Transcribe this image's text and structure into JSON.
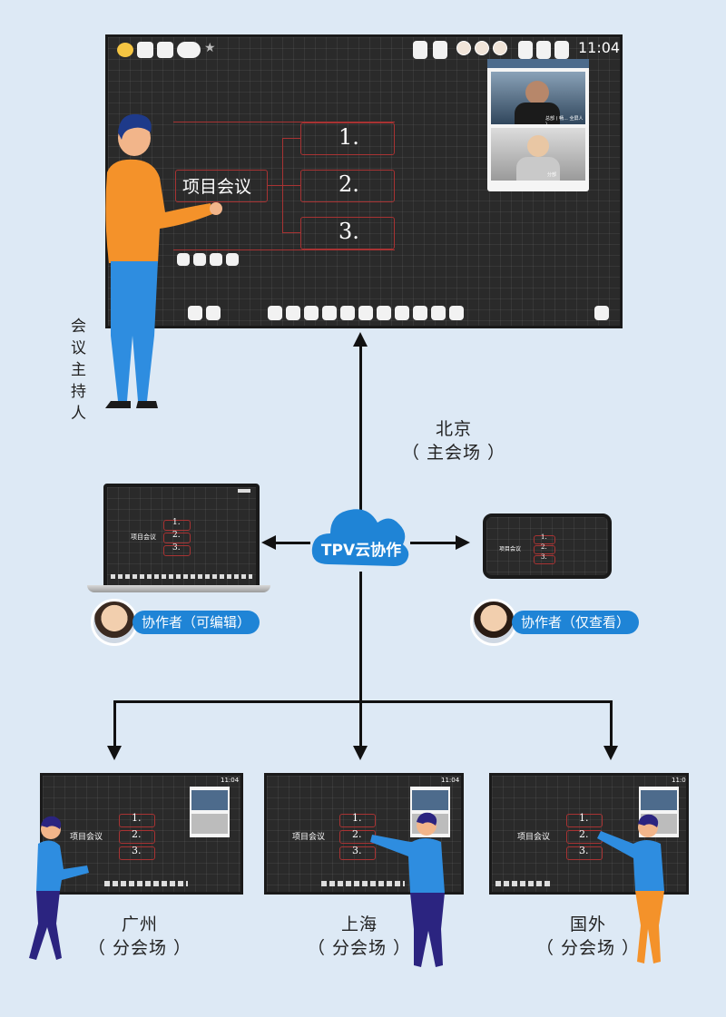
{
  "main_board": {
    "clock": "11:04",
    "mindmap_center": "项目会议",
    "items": [
      "1.",
      "2.",
      "3."
    ],
    "video_caption": "总部 ( 畅... 全屏人 )",
    "video_caption2": "分部"
  },
  "host": {
    "label": "会\n议\n主\n持\n人"
  },
  "beijing": {
    "name": "北京",
    "role": "（ 主会场 ）"
  },
  "cloud": {
    "label": "TPV云协作"
  },
  "laptop": {
    "center": "项目会议",
    "items": [
      "1.",
      "2.",
      "3."
    ]
  },
  "phone": {
    "center": "项目会议",
    "items": [
      "1.",
      "2.",
      "3."
    ]
  },
  "collab_edit": {
    "label": "协作者（可编辑）"
  },
  "collab_view": {
    "label": "协作者（仅查看）"
  },
  "branches": [
    {
      "name": "广州",
      "role": "（ 分会场 ）",
      "clock": "11:04",
      "center": "项目会议",
      "items": [
        "1.",
        "2.",
        "3."
      ]
    },
    {
      "name": "上海",
      "role": "（ 分会场 ）",
      "clock": "11:04",
      "center": "项目会议",
      "items": [
        "1.",
        "2.",
        "3."
      ]
    },
    {
      "name": "国外",
      "role": "（ 分会场 ）",
      "clock": "11:0",
      "center": "项目会议",
      "items": [
        "1.",
        "2.",
        "3."
      ]
    }
  ],
  "colors": {
    "background": "#dde9f5",
    "cloud": "#1f84d6",
    "board": "#2a2a2a",
    "node_border": "#a83333"
  }
}
